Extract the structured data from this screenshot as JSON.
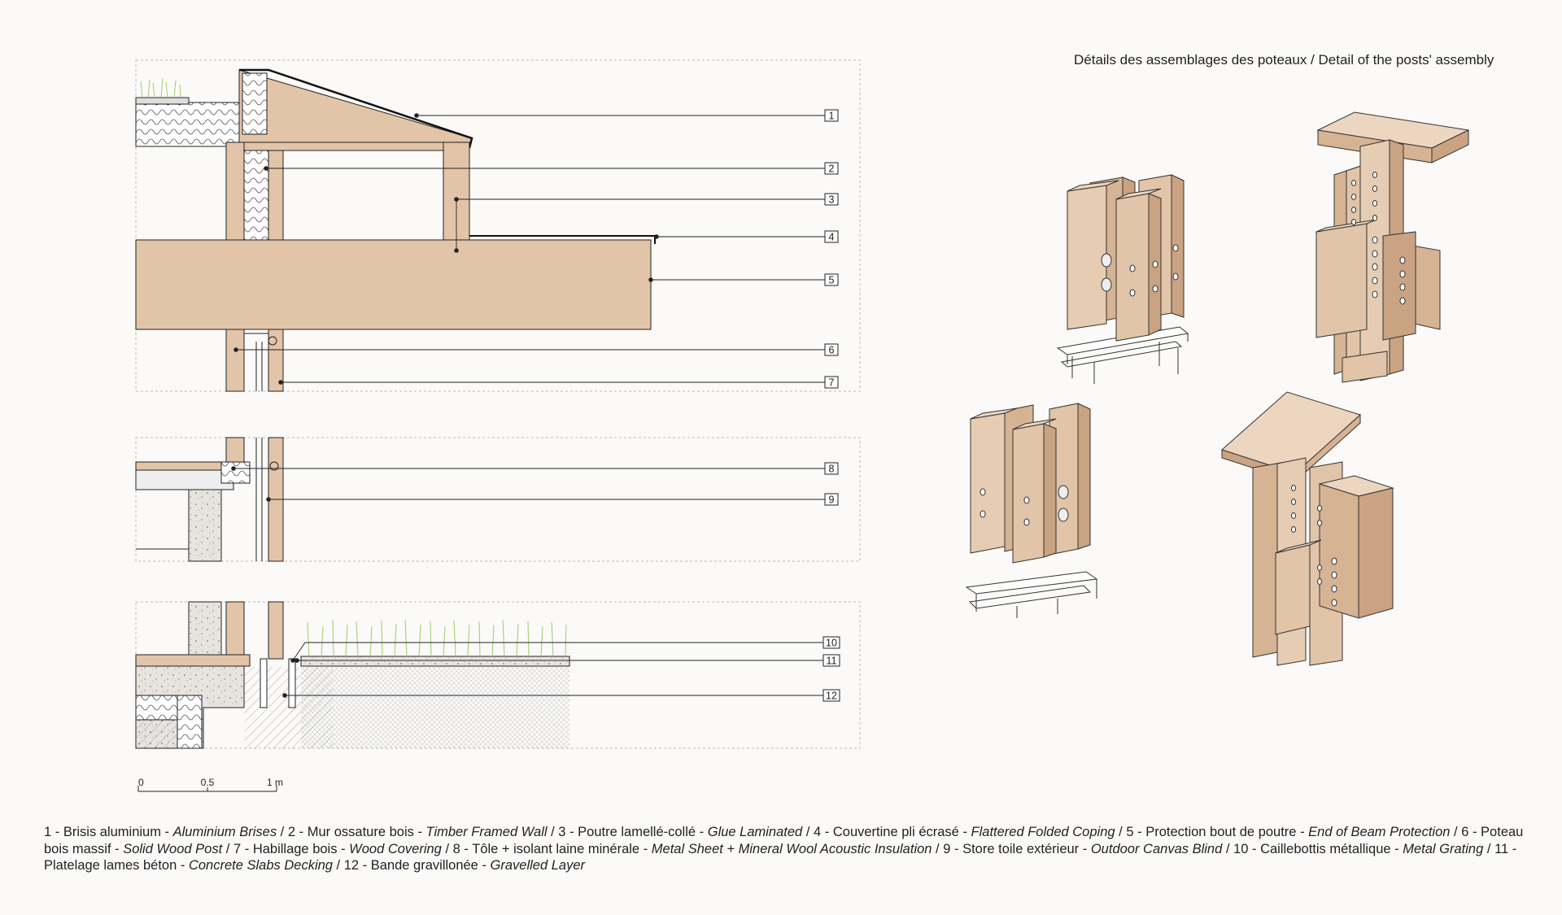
{
  "title": "Détails des assemblages des poteaux / Detail of the posts' assembly",
  "callouts": [
    "1",
    "2",
    "3",
    "4",
    "5",
    "6",
    "7",
    "8",
    "9",
    "10",
    "11",
    "12"
  ],
  "scale": {
    "labels": [
      "0",
      "0.5",
      "1 m"
    ]
  },
  "legend": [
    {
      "n": "1",
      "fr": "Brisis aluminium",
      "en": "Aluminium Brises"
    },
    {
      "n": "2",
      "fr": "Mur ossature bois",
      "en": "Timber Framed Wall"
    },
    {
      "n": "3",
      "fr": "Poutre lamellé-collé",
      "en": "Glue Laminated"
    },
    {
      "n": "4",
      "fr": "Couvertine pli écrasé",
      "en": "Flattered Folded Coping"
    },
    {
      "n": "5",
      "fr": "Protection bout de poutre",
      "en": "End of Beam Protection"
    },
    {
      "n": "6",
      "fr": "Poteau bois massif",
      "en": "Solid Wood Post"
    },
    {
      "n": "7",
      "fr": "Habillage bois",
      "en": "Wood Covering"
    },
    {
      "n": "8",
      "fr": "Tôle + isolant laine minérale",
      "en": "Metal Sheet + Mineral Wool Acoustic Insulation"
    },
    {
      "n": "9",
      "fr": "Store toile extérieur",
      "en": "Outdoor Canvas Blind"
    },
    {
      "n": "10",
      "fr": "Caillebottis métallique",
      "en": "Metal Grating"
    },
    {
      "n": "11",
      "fr": "Platelage lames béton",
      "en": "Concrete Slabs Decking"
    },
    {
      "n": "12",
      "fr": "Bande gravillonée",
      "en": "Gravelled Layer"
    }
  ],
  "colors": {
    "wood": "#e2c4a8",
    "wood_dark": "#c9a382",
    "wood_light": "#ecd6c0",
    "concrete": "#e6e3df",
    "line": "#222222",
    "grass": "#9ccc6a"
  }
}
